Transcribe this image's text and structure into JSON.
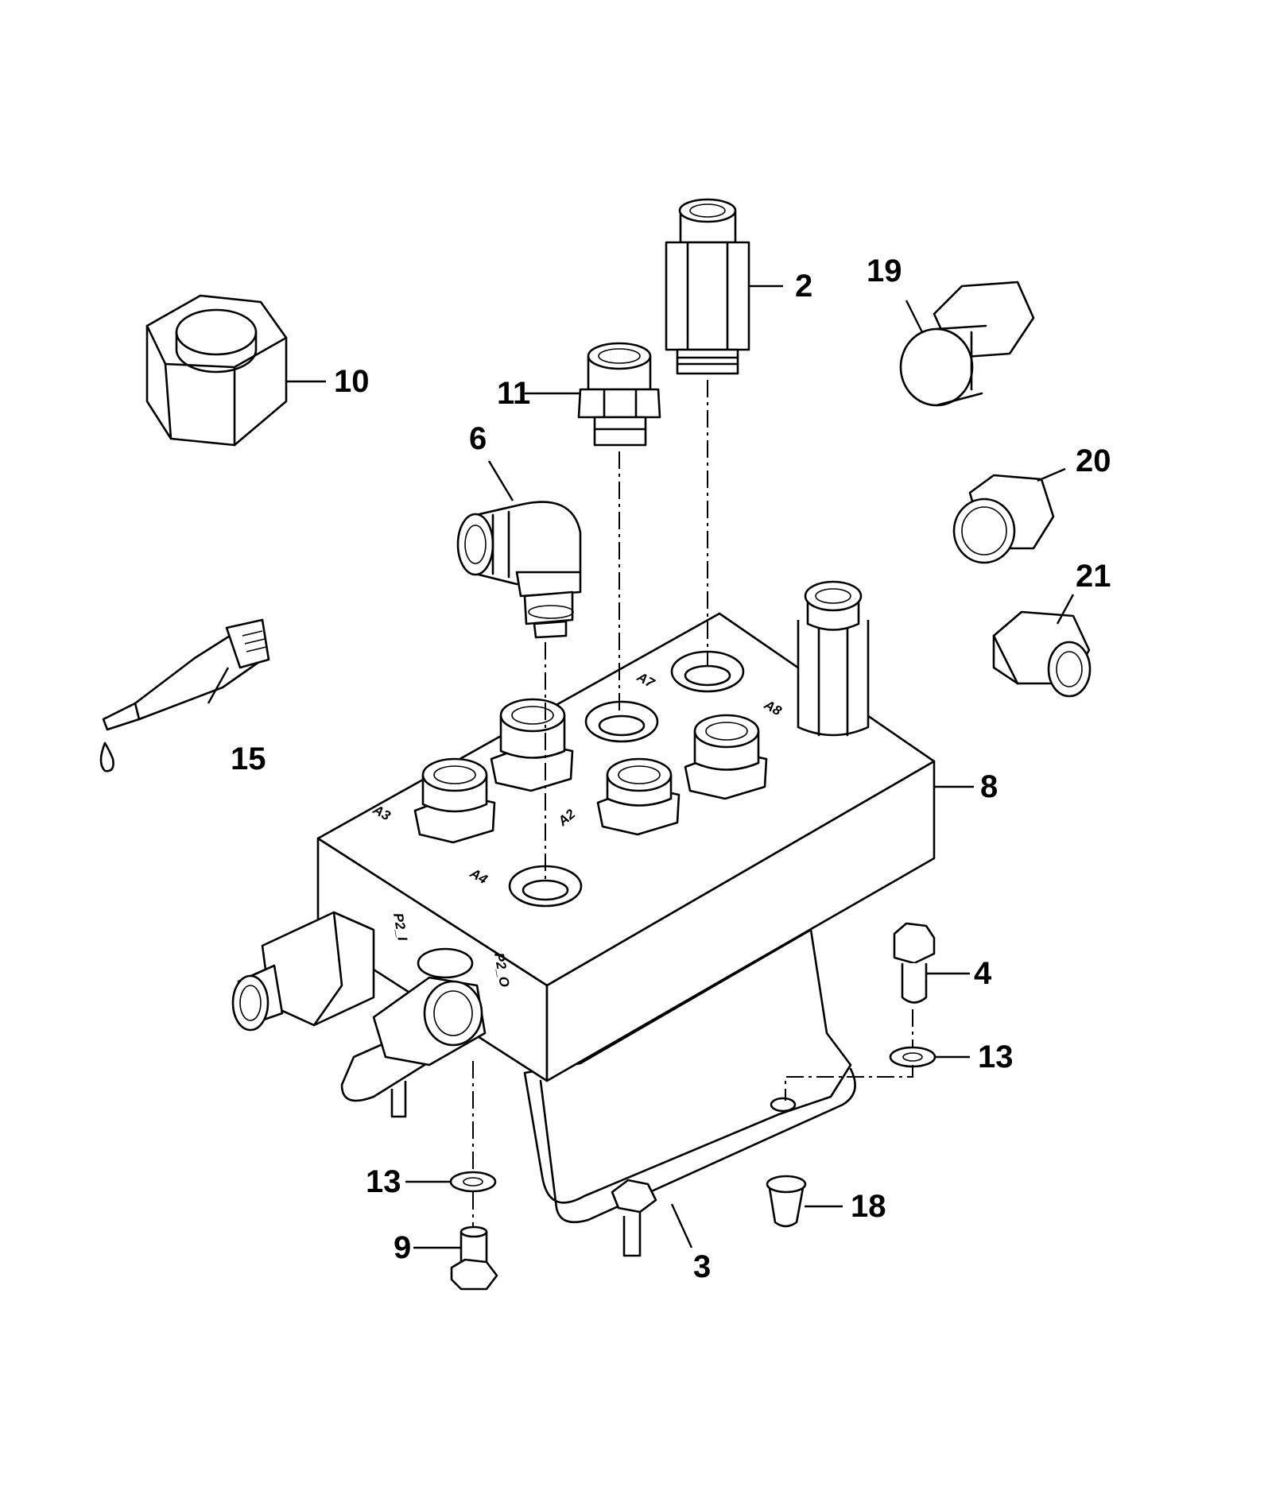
{
  "callouts": {
    "c2": "2",
    "c3": "3",
    "c4": "4",
    "c6": "6",
    "c8": "8",
    "c9": "9",
    "c10": "10",
    "c11": "11",
    "c13a": "13",
    "c13b": "13",
    "c15": "15",
    "c18": "18",
    "c19": "19",
    "c20": "20",
    "c21": "21"
  },
  "ports": {
    "a2": "A2",
    "a3": "A3",
    "a4": "A4",
    "a7": "A7",
    "a8": "A8",
    "p2i": "P2_I",
    "p2o": "P2_O"
  }
}
